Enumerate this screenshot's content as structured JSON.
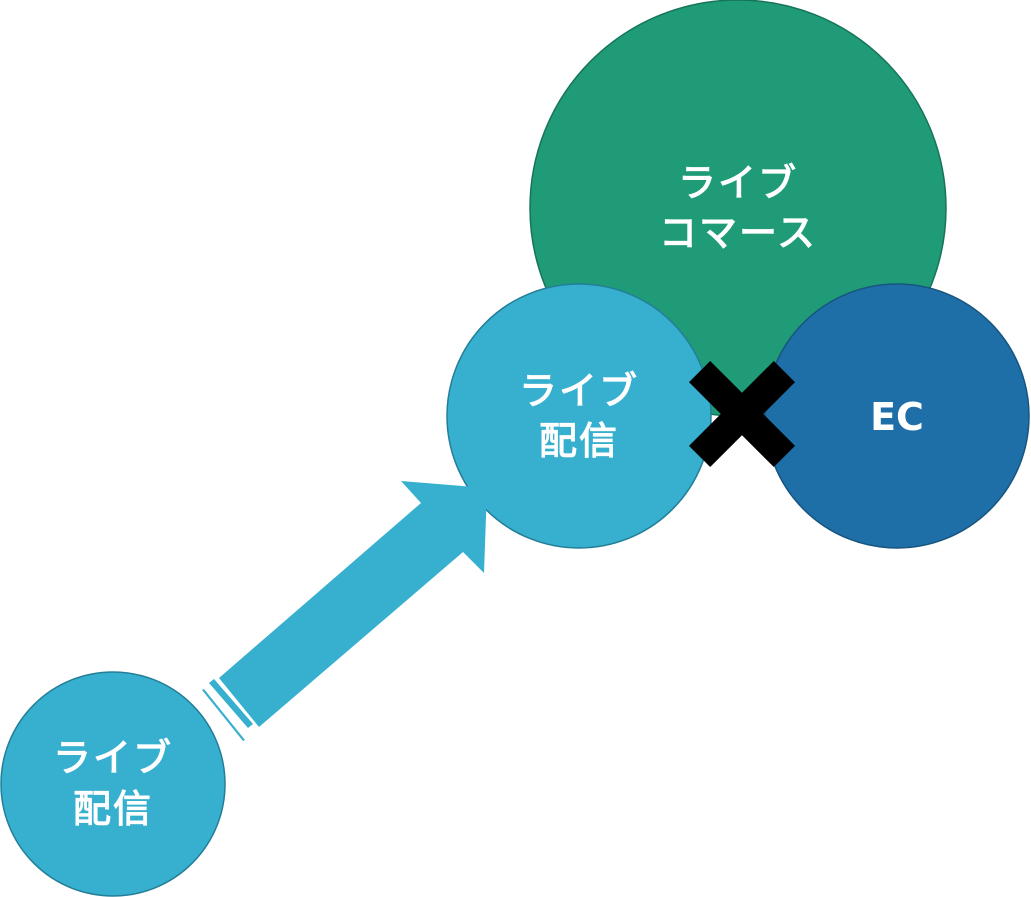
{
  "diagram": {
    "nodes": [
      {
        "id": "live-commerce",
        "lines": [
          "ライブ",
          "コマース"
        ],
        "color": "#1f9b78",
        "stroke": "#17745a"
      },
      {
        "id": "live-streaming-large",
        "lines": [
          "ライブ",
          "配信"
        ],
        "color": "#37afcf",
        "stroke": "#237f97"
      },
      {
        "id": "ec",
        "lines": [
          "EC"
        ],
        "color": "#1e6fa8",
        "stroke": "#17557f"
      },
      {
        "id": "live-streaming-small",
        "lines": [
          "ライブ",
          "配信"
        ],
        "color": "#37afcf",
        "stroke": "#237f97"
      }
    ],
    "connectors": [
      {
        "type": "arrow",
        "from": "live-streaming-small",
        "to": "live-streaming-large",
        "color": "#37afcf"
      },
      {
        "type": "cross",
        "between": [
          "live-streaming-large",
          "ec"
        ],
        "symbol": "×",
        "color": "#000000"
      }
    ]
  }
}
